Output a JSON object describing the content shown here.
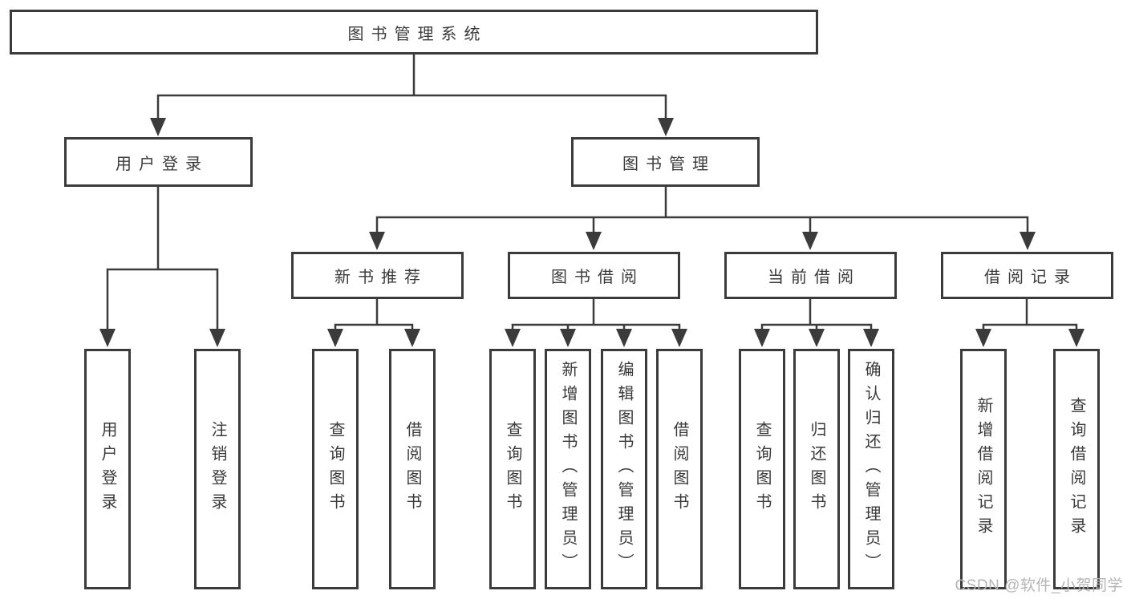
{
  "colors": {
    "background": "#ffffff",
    "box_border": "#3b3b3b",
    "connector_line": "#3b3b3b",
    "text": "#3a3a3a",
    "watermark_text": "#b5b5b5"
  },
  "watermark": {
    "text": "CSDN @软件_小贺同学"
  },
  "tree": {
    "label": "图书管理系统",
    "children": [
      {
        "label": "用户登录",
        "children": [
          {
            "label": "用户登录"
          },
          {
            "label": "注销登录"
          }
        ]
      },
      {
        "label": "图书管理",
        "children": [
          {
            "label": "新书推荐",
            "children": [
              {
                "label": "查询图书"
              },
              {
                "label": "借阅图书"
              }
            ]
          },
          {
            "label": "图书借阅",
            "children": [
              {
                "label": "查询图书"
              },
              {
                "label": "新增图书（管理员）"
              },
              {
                "label": "编辑图书（管理员）"
              },
              {
                "label": "借阅图书"
              }
            ]
          },
          {
            "label": "当前借阅",
            "children": [
              {
                "label": "查询图书"
              },
              {
                "label": "归还图书"
              },
              {
                "label": "确认归还（管理员）"
              }
            ]
          },
          {
            "label": "借阅记录",
            "children": [
              {
                "label": "新增借阅记录"
              },
              {
                "label": "查询借阅记录"
              }
            ]
          }
        ]
      }
    ]
  }
}
